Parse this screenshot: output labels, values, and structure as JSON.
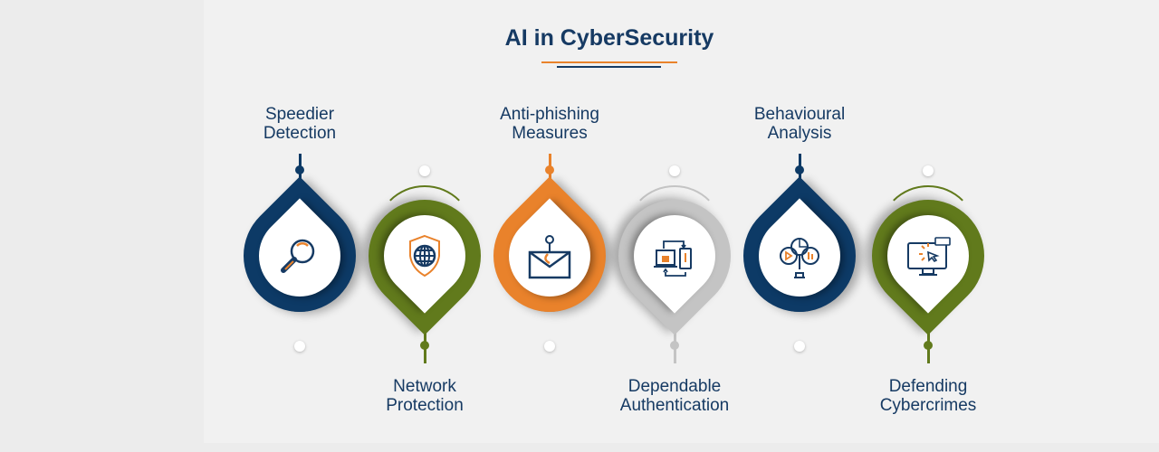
{
  "title": "AI in CyberSecurity",
  "colors": {
    "navy": "#0d3a66",
    "green": "#617a1c",
    "orange": "#e9822b",
    "grey": "#c4c4c4",
    "text": "#163a63"
  },
  "items": [
    {
      "label1": "Speedier",
      "label2": "Detection",
      "color": "#0d3a66",
      "icon": "magnifier-icon",
      "position": "top"
    },
    {
      "label1": "Network",
      "label2": "Protection",
      "color": "#617a1c",
      "icon": "shield-globe-icon",
      "position": "bottom"
    },
    {
      "label1": "Anti-phishing",
      "label2": "Measures",
      "color": "#e9822b",
      "icon": "phishing-envelope-icon",
      "position": "top"
    },
    {
      "label1": "Dependable",
      "label2": "Authentication",
      "color": "#c4c4c4",
      "icon": "laptop-phone-auth-icon",
      "position": "bottom"
    },
    {
      "label1": "Behavioural",
      "label2": "Analysis",
      "color": "#0d3a66",
      "icon": "behaviour-analysis-icon",
      "position": "top"
    },
    {
      "label1": "Defending",
      "label2": "Cybercrimes",
      "color": "#617a1c",
      "icon": "monitor-hacker-icon",
      "position": "bottom"
    }
  ]
}
